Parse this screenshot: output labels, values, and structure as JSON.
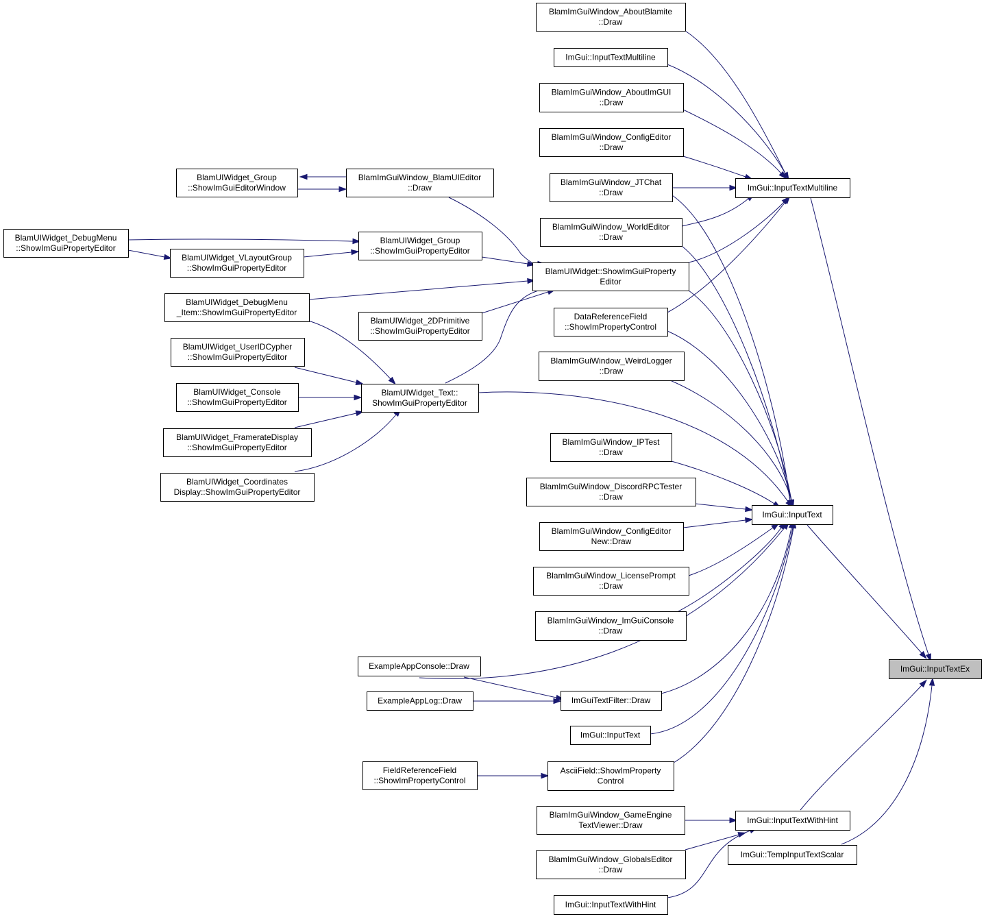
{
  "diagram": {
    "nodes": [
      {
        "id": "input_text_ex",
        "lines": [
          "ImGui::InputTextEx"
        ],
        "highlight": true
      },
      {
        "id": "input_text_multiline",
        "lines": [
          "ImGui::InputTextMultiline"
        ]
      },
      {
        "id": "input_text",
        "lines": [
          "ImGui::InputText"
        ]
      },
      {
        "id": "input_text_with_hint",
        "lines": [
          "ImGui::InputTextWithHint"
        ]
      },
      {
        "id": "temp_input_text_scalar",
        "lines": [
          "ImGui::TempInputTextScalar"
        ]
      },
      {
        "id": "about_blamite_draw",
        "lines": [
          "BlamImGuiWindow_AboutBlamite",
          "::Draw"
        ]
      },
      {
        "id": "input_text_multiline_2",
        "lines": [
          "ImGui::InputTextMultiline"
        ]
      },
      {
        "id": "about_imgui_draw",
        "lines": [
          "BlamImGuiWindow_AboutImGUI",
          "::Draw"
        ]
      },
      {
        "id": "config_editor_draw",
        "lines": [
          "BlamImGuiWindow_ConfigEditor",
          "::Draw"
        ]
      },
      {
        "id": "jtchat_draw",
        "lines": [
          "BlamImGuiWindow_JTChat",
          "::Draw"
        ]
      },
      {
        "id": "world_editor_draw",
        "lines": [
          "BlamImGuiWindow_WorldEditor",
          "::Draw"
        ]
      },
      {
        "id": "show_property_editor",
        "lines": [
          "BlamUIWidget::ShowImGuiProperty",
          "Editor"
        ]
      },
      {
        "id": "data_reference_field",
        "lines": [
          "DataReferenceField",
          "::ShowImPropertyControl"
        ]
      },
      {
        "id": "weird_logger_draw",
        "lines": [
          "BlamImGuiWindow_WeirdLogger",
          "::Draw"
        ]
      },
      {
        "id": "iptest_draw",
        "lines": [
          "BlamImGuiWindow_IPTest",
          "::Draw"
        ]
      },
      {
        "id": "discord_rpc_draw",
        "lines": [
          "BlamImGuiWindow_DiscordRPCTester",
          "::Draw"
        ]
      },
      {
        "id": "config_editor_new_draw",
        "lines": [
          "BlamImGuiWindow_ConfigEditor",
          "New::Draw"
        ]
      },
      {
        "id": "license_prompt_draw",
        "lines": [
          "BlamImGuiWindow_LicensePrompt",
          "::Draw"
        ]
      },
      {
        "id": "imgui_console_draw",
        "lines": [
          "BlamImGuiWindow_ImGuiConsole",
          "::Draw"
        ]
      },
      {
        "id": "text_filter_draw",
        "lines": [
          "ImGuiTextFilter::Draw"
        ]
      },
      {
        "id": "input_text_2",
        "lines": [
          "ImGui::InputText"
        ]
      },
      {
        "id": "ascii_field",
        "lines": [
          "AsciiField::ShowImProperty",
          "Control"
        ]
      },
      {
        "id": "game_engine_text_viewer",
        "lines": [
          "BlamImGuiWindow_GameEngine",
          "TextViewer::Draw"
        ]
      },
      {
        "id": "globals_editor_draw",
        "lines": [
          "BlamImGuiWindow_GlobalsEditor",
          "::Draw"
        ]
      },
      {
        "id": "input_text_with_hint_2",
        "lines": [
          "ImGui::InputTextWithHint"
        ]
      },
      {
        "id": "group_editor_window",
        "lines": [
          "BlamUIWidget_Group",
          "::ShowImGuiEditorWindow"
        ]
      },
      {
        "id": "blamui_editor_draw",
        "lines": [
          "BlamImGuiWindow_BlamUIEditor",
          "::Draw"
        ]
      },
      {
        "id": "debug_menu",
        "lines": [
          "BlamUIWidget_DebugMenu",
          "::ShowImGuiPropertyEditor"
        ]
      },
      {
        "id": "group_prop_editor",
        "lines": [
          "BlamUIWidget_Group",
          "::ShowImGuiPropertyEditor"
        ]
      },
      {
        "id": "vlayout_group",
        "lines": [
          "BlamUIWidget_VLayoutGroup",
          "::ShowImGuiPropertyEditor"
        ]
      },
      {
        "id": "debug_menu_item",
        "lines": [
          "BlamUIWidget_DebugMenu",
          "_Item::ShowImGuiPropertyEditor"
        ]
      },
      {
        "id": "primitive_2d",
        "lines": [
          "BlamUIWidget_2DPrimitive",
          "::ShowImGuiPropertyEditor"
        ]
      },
      {
        "id": "text_prop_editor",
        "lines": [
          "BlamUIWidget_Text::",
          "ShowImGuiPropertyEditor"
        ]
      },
      {
        "id": "userid_cypher",
        "lines": [
          "BlamUIWidget_UserIDCypher",
          "::ShowImGuiPropertyEditor"
        ]
      },
      {
        "id": "console_widget",
        "lines": [
          "BlamUIWidget_Console",
          "::ShowImGuiPropertyEditor"
        ]
      },
      {
        "id": "framerate_display",
        "lines": [
          "BlamUIWidget_FramerateDisplay",
          "::ShowImGuiPropertyEditor"
        ]
      },
      {
        "id": "coordinates_display",
        "lines": [
          "BlamUIWidget_Coordinates",
          "Display::ShowImGuiPropertyEditor"
        ]
      },
      {
        "id": "example_app_console",
        "lines": [
          "ExampleAppConsole::Draw"
        ]
      },
      {
        "id": "example_app_log",
        "lines": [
          "ExampleAppLog::Draw"
        ]
      },
      {
        "id": "field_reference_field",
        "lines": [
          "FieldReferenceField",
          "::ShowImPropertyControl"
        ]
      }
    ],
    "edges": [
      [
        "input_text_multiline",
        "input_text_ex"
      ],
      [
        "input_text",
        "input_text_ex"
      ],
      [
        "input_text_with_hint",
        "input_text_ex"
      ],
      [
        "temp_input_text_scalar",
        "input_text_ex"
      ],
      [
        "about_blamite_draw",
        "input_text_multiline"
      ],
      [
        "input_text_multiline_2",
        "input_text_multiline"
      ],
      [
        "about_imgui_draw",
        "input_text_multiline"
      ],
      [
        "config_editor_draw",
        "input_text_multiline"
      ],
      [
        "jtchat_draw",
        "input_text_multiline"
      ],
      [
        "world_editor_draw",
        "input_text_multiline"
      ],
      [
        "show_property_editor",
        "input_text_multiline"
      ],
      [
        "data_reference_field",
        "input_text_multiline"
      ],
      [
        "jtchat_draw",
        "input_text"
      ],
      [
        "world_editor_draw",
        "input_text"
      ],
      [
        "show_property_editor",
        "input_text"
      ],
      [
        "data_reference_field",
        "input_text"
      ],
      [
        "weird_logger_draw",
        "input_text"
      ],
      [
        "text_prop_editor",
        "input_text"
      ],
      [
        "iptest_draw",
        "input_text"
      ],
      [
        "discord_rpc_draw",
        "input_text"
      ],
      [
        "config_editor_new_draw",
        "input_text"
      ],
      [
        "license_prompt_draw",
        "input_text"
      ],
      [
        "imgui_console_draw",
        "input_text"
      ],
      [
        "example_app_console",
        "input_text"
      ],
      [
        "text_filter_draw",
        "input_text"
      ],
      [
        "input_text_2",
        "input_text"
      ],
      [
        "ascii_field",
        "input_text"
      ],
      [
        "game_engine_text_viewer",
        "input_text_with_hint"
      ],
      [
        "globals_editor_draw",
        "input_text_with_hint"
      ],
      [
        "input_text_with_hint_2",
        "input_text_with_hint"
      ],
      [
        "blamui_editor_draw",
        "group_editor_window"
      ],
      [
        "group_editor_window",
        "blamui_editor_draw"
      ],
      [
        "blamui_editor_draw",
        "show_property_editor"
      ],
      [
        "group_prop_editor",
        "show_property_editor"
      ],
      [
        "debug_menu_item",
        "show_property_editor"
      ],
      [
        "primitive_2d",
        "show_property_editor"
      ],
      [
        "text_prop_editor",
        "show_property_editor"
      ],
      [
        "debug_menu",
        "group_prop_editor"
      ],
      [
        "debug_menu",
        "vlayout_group"
      ],
      [
        "vlayout_group",
        "group_prop_editor"
      ],
      [
        "debug_menu_item",
        "text_prop_editor"
      ],
      [
        "userid_cypher",
        "text_prop_editor"
      ],
      [
        "console_widget",
        "text_prop_editor"
      ],
      [
        "framerate_display",
        "text_prop_editor"
      ],
      [
        "coordinates_display",
        "text_prop_editor"
      ],
      [
        "example_app_console",
        "text_filter_draw"
      ],
      [
        "example_app_log",
        "text_filter_draw"
      ],
      [
        "field_reference_field",
        "ascii_field"
      ]
    ]
  },
  "colors": {
    "edge": "#191970",
    "node_border": "#000000",
    "node_fill": "#ffffff",
    "highlight_fill": "#bfbfbf"
  }
}
